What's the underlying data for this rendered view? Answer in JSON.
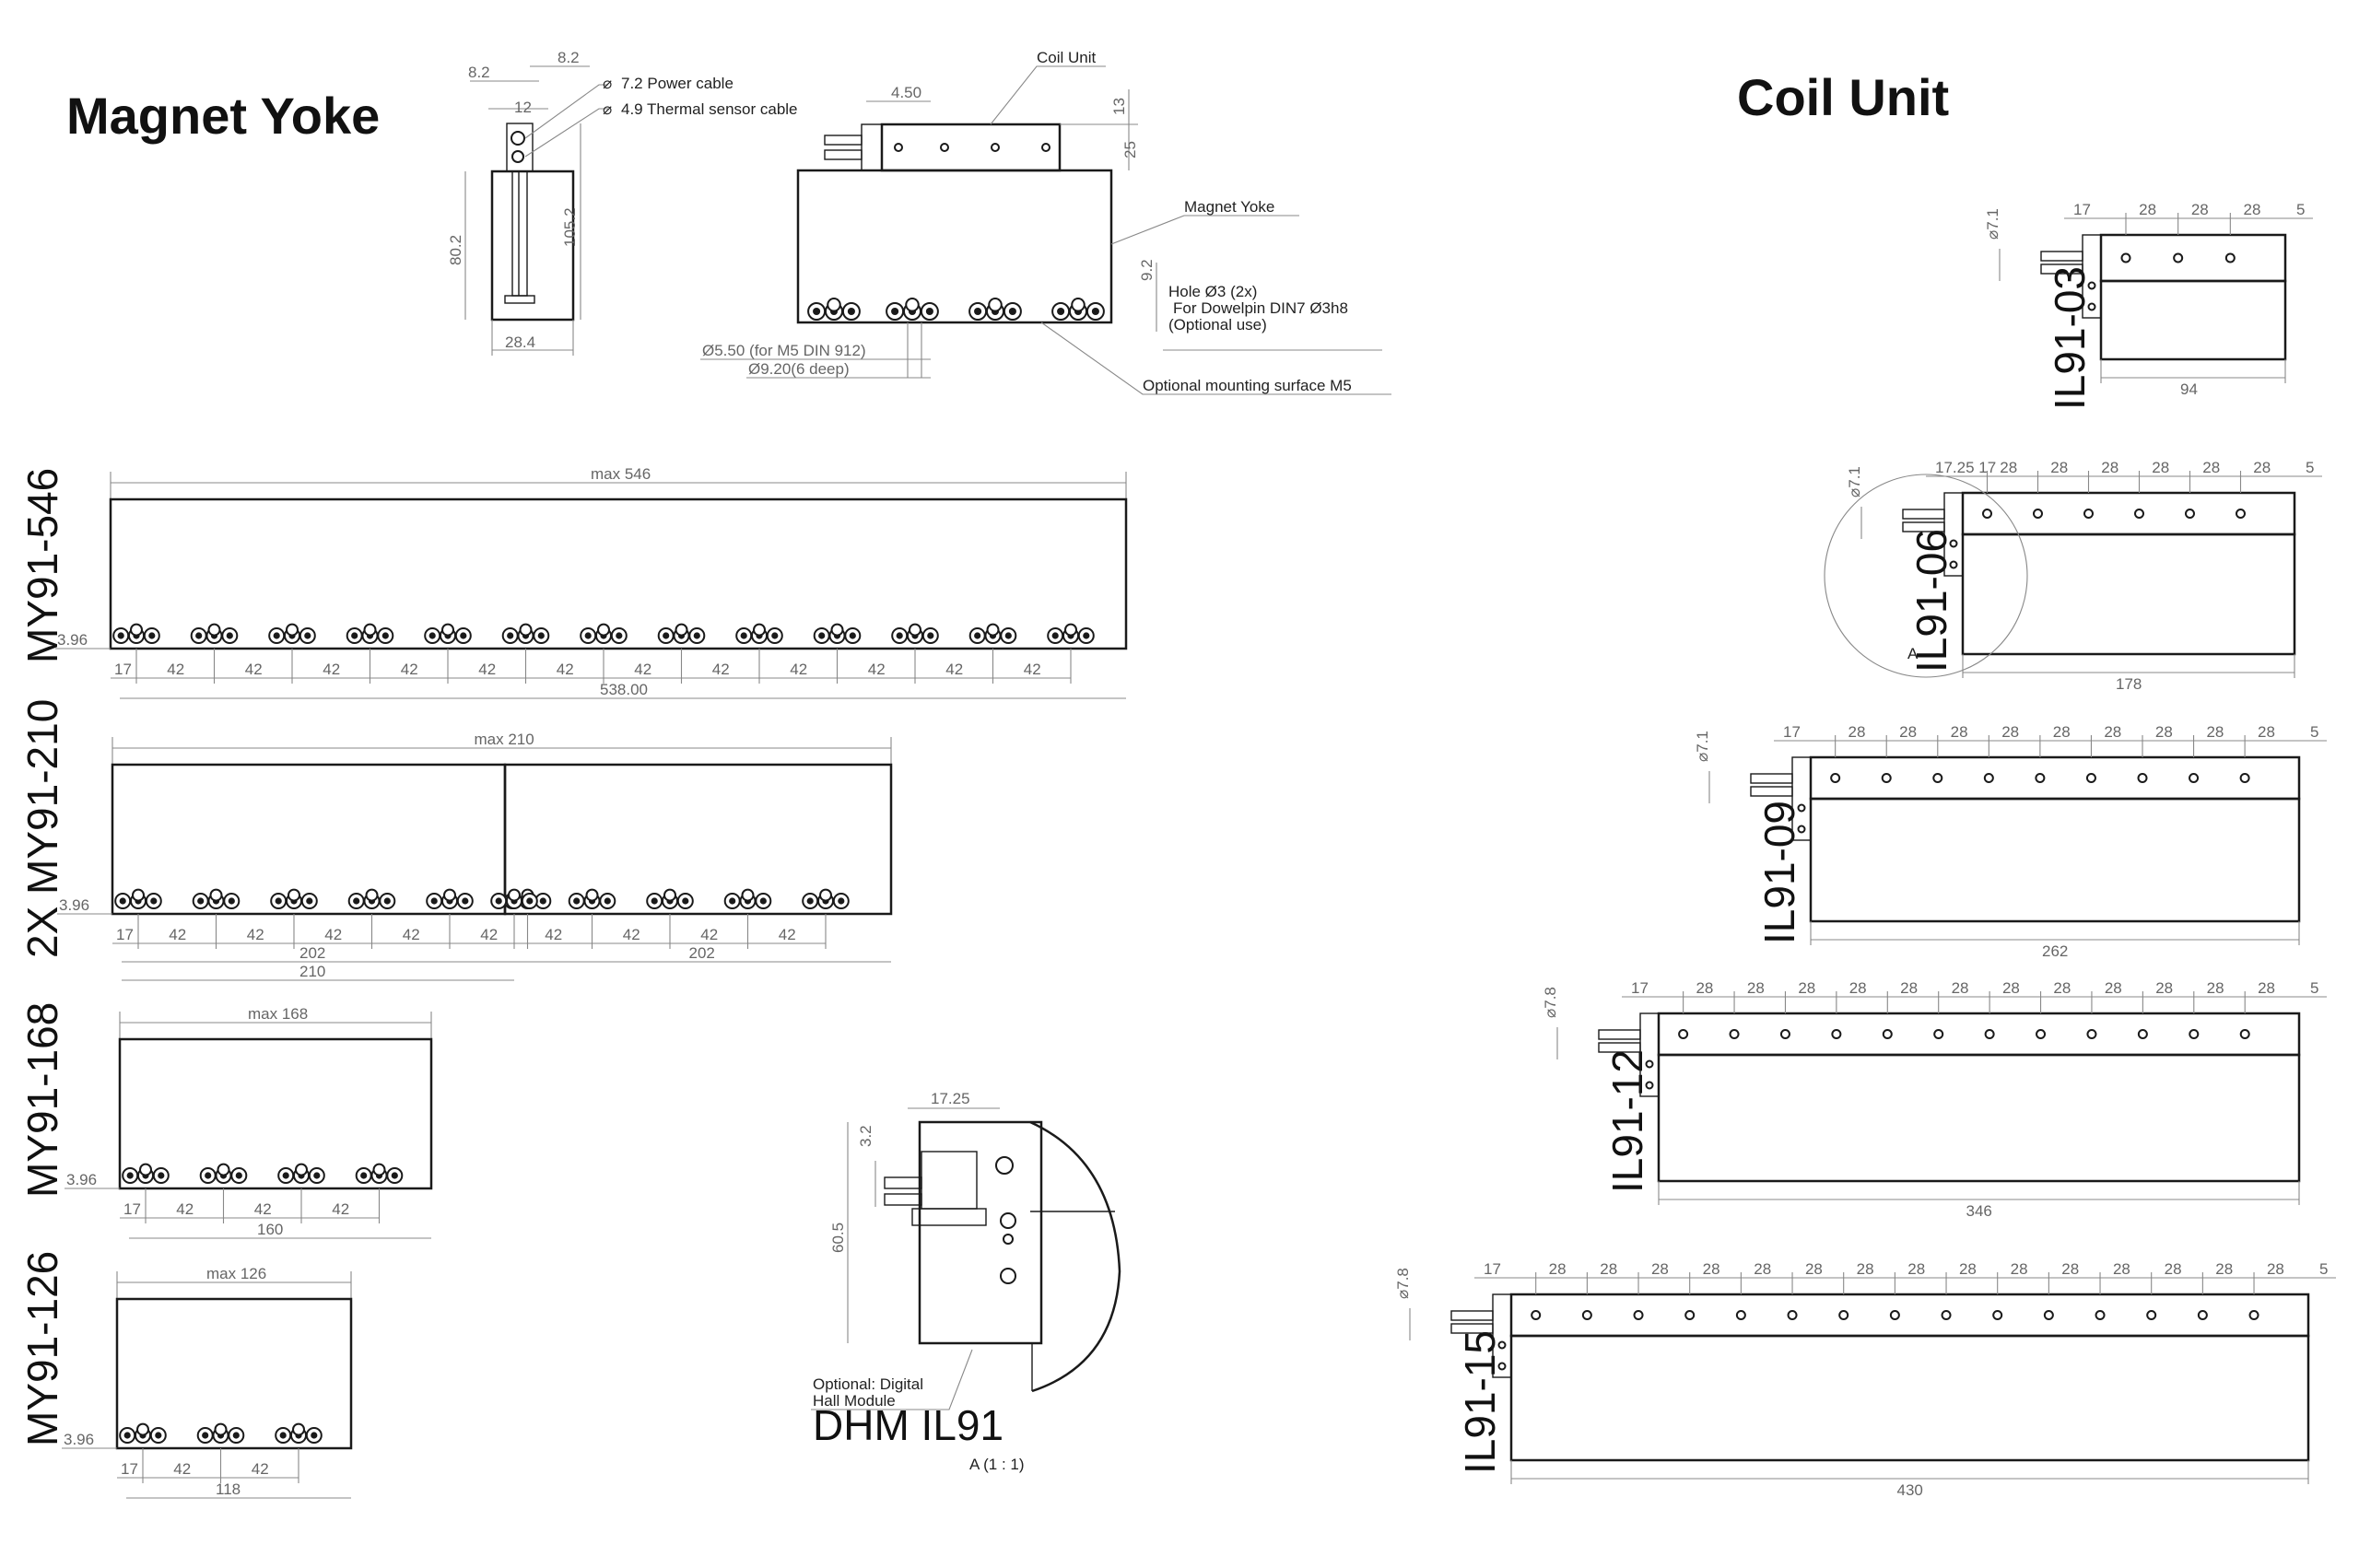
{
  "titles": {
    "magnet_yoke": "Magnet Yoke",
    "coil_unit": "Coil Unit"
  },
  "section_view": {
    "dims": [
      "8.2",
      "8.2",
      "12",
      "80.2",
      "105.2",
      "28.4"
    ],
    "power_cable": "7.2 Power cable",
    "thermal_cable": "4.9 Thermal sensor cable"
  },
  "assembly_view": {
    "coil_unit_label": "Coil Unit",
    "magnet_yoke_label": "Magnet Yoke",
    "dim_450": "4.50",
    "dim_13": "13",
    "dim_25": "25",
    "dim_92": "9.2",
    "hole_note": [
      "Hole Ø3 (2x)",
      "For Dowelpin DIN7 Ø3h8",
      "(Optional use)"
    ],
    "m5_note": "Ø5.50 (for M5 DIN 912)",
    "deep_note": "Ø9.20(6 deep)",
    "mount_note": "Optional mounting surface M5"
  },
  "magnet_yokes": [
    {
      "model": "MY91-546",
      "max": "max 546",
      "offset": "3.96",
      "start": "17",
      "pitch": "42",
      "pitch_count": 12,
      "total": "538.00"
    },
    {
      "model": "2X MY91-210",
      "max": "max 210",
      "offset": "3.96",
      "start": "17",
      "pitch": "42",
      "pitch_count_a": 5,
      "pitch_count_b": 4,
      "sub_a": "202",
      "sub_b": "202",
      "total": "210"
    },
    {
      "model": "MY91-168",
      "max": "max 168",
      "offset": "3.96",
      "start": "17",
      "pitch": "42",
      "pitch_count": 3,
      "total": "160"
    },
    {
      "model": "MY91-126",
      "max": "max 126",
      "offset": "3.96",
      "start": "17",
      "pitch": "42",
      "pitch_count": 2,
      "total": "118"
    }
  ],
  "detail_view": {
    "dim_1725": "17.25",
    "dim_32": "3.2",
    "dim_605": "60.5",
    "hall_note": [
      "Optional: Digital",
      "Hall Module"
    ],
    "hall_model": "DHM IL91",
    "detail_label": "A (1 : 1)"
  },
  "coil_units": [
    {
      "model": "IL91-03",
      "dia": "7.1",
      "start": "17",
      "pitch": "28",
      "pitch_count": 3,
      "end": "5",
      "length": "94"
    },
    {
      "model": "IL91-06",
      "dia": "7.1",
      "start": "17.25 17",
      "pitch": "28",
      "pitch_count": 6,
      "end": "5",
      "length": "178",
      "detail_ref": "A"
    },
    {
      "model": "IL91-09",
      "dia": "7.1",
      "start": "17",
      "pitch": "28",
      "pitch_count": 9,
      "end": "5",
      "length": "262"
    },
    {
      "model": "IL91-12",
      "dia": "7.8",
      "start": "17",
      "pitch": "28",
      "pitch_count": 12,
      "end": "5",
      "length": "346"
    },
    {
      "model": "IL91-15",
      "dia": "7.8",
      "start": "17",
      "pitch": "28",
      "pitch_count": 15,
      "end": "5",
      "length": "430"
    }
  ]
}
